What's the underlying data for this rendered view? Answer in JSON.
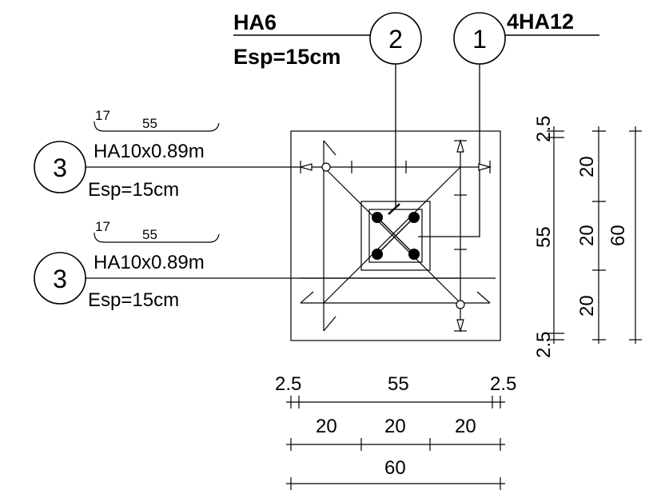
{
  "labels": {
    "top_left_title": "HA6",
    "top_left_sub": "Esp=15cm",
    "top_right_title": "4HA12",
    "marker_1": "1",
    "marker_2": "2",
    "marker_3a": "3",
    "marker_3b": "3",
    "bar3a_hook": "17",
    "bar3a_len": "55",
    "bar3a_name": "HA10x0.89m",
    "bar3a_spacing": "Esp=15cm",
    "bar3b_hook": "17",
    "bar3b_len": "55",
    "bar3b_name": "HA10x0.89m",
    "bar3b_spacing": "Esp=15cm"
  },
  "dimensions": {
    "right_top_edge": "2.5",
    "right_55": "55",
    "right_bottom_edge": "2.5",
    "right_seg1": "20",
    "right_seg2": "20",
    "right_seg3": "20",
    "right_total": "60",
    "bottom_left_edge": "2.5",
    "bottom_55": "55",
    "bottom_right_edge": "2.5",
    "bottom_seg1": "20",
    "bottom_seg2": "20",
    "bottom_seg3": "20",
    "bottom_total": "60"
  },
  "colors": {
    "ink": "#000000",
    "background": "#ffffff"
  }
}
